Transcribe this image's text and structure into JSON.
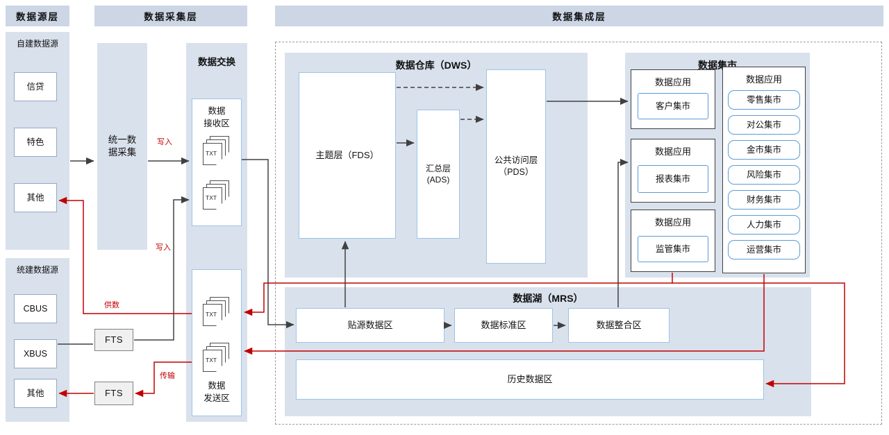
{
  "headers": {
    "source": "数据源层",
    "collection": "数据采集层",
    "integration": "数据集成层"
  },
  "source_layer": {
    "self_built": {
      "title": "自建数据源",
      "items": [
        "信贷",
        "特色",
        "其他"
      ]
    },
    "unified_built": {
      "title": "统建数据源",
      "items": [
        "CBUS",
        "XBUS",
        "其他"
      ]
    }
  },
  "collection_layer": {
    "unified_collection_lines": [
      "统一数",
      "据采集"
    ],
    "fts": "FTS",
    "exchange": {
      "title": "数据交换",
      "receive_lines": [
        "数据",
        "接收区"
      ],
      "send_lines": [
        "数据",
        "发送区"
      ],
      "txt": "TXT"
    }
  },
  "integration_layer": {
    "dws": {
      "title": "数据仓库（DWS）",
      "subject": "主题层（FDS）",
      "summary_lines": [
        "汇总层",
        "(ADS)"
      ],
      "public_lines": [
        "公共访问层",
        "（PDS）"
      ]
    },
    "marts": {
      "title": "数据集市",
      "app_label": "数据应用",
      "left": [
        "客户集市",
        "报表集市",
        "监管集市"
      ],
      "right": [
        "零售集市",
        "对公集市",
        "金市集市",
        "风险集市",
        "财务集市",
        "人力集市",
        "运营集市"
      ]
    },
    "lake": {
      "title": "数据湖（MRS）",
      "zones": [
        "贴源数据区",
        "数据标准区",
        "数据整合区"
      ],
      "history": "历史数据区"
    }
  },
  "edge_labels": {
    "write": "写入",
    "supply": "供数",
    "transfer": "传输"
  },
  "colors": {
    "panel": "#d9e1ec",
    "header": "#ccd6e5",
    "line_black": "#404040",
    "line_red": "#c00000",
    "box_border_blue": "#9dc3e6",
    "mart_border": "#5b9bd5"
  }
}
